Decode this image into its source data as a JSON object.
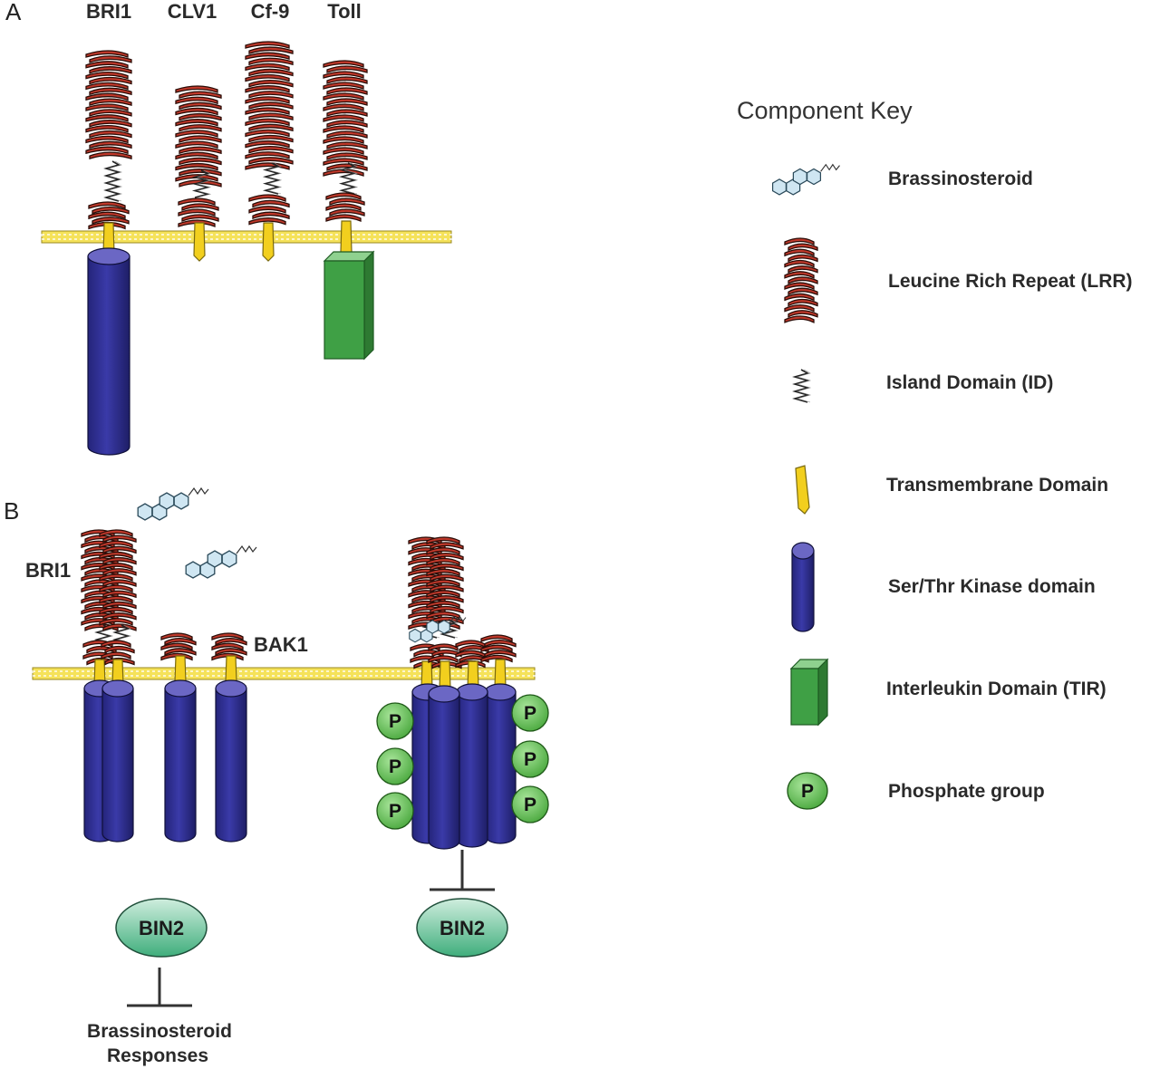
{
  "panel_a": {
    "letter": "A",
    "receptors": [
      {
        "label": "BRI1"
      },
      {
        "label": "CLV1"
      },
      {
        "label": "Cf-9"
      },
      {
        "label": "Toll"
      }
    ]
  },
  "panel_b": {
    "letter": "B",
    "bri1_label": "BRI1",
    "bak1_label": "BAK1",
    "left_bin2": "BIN2",
    "right_bin2": "BIN2",
    "phosphate_symbol": "P",
    "responses_line1": "Brassinosteroid",
    "responses_line2": "Responses"
  },
  "key": {
    "title": "Component Key",
    "items": [
      {
        "label": "Brassinosteroid",
        "icon": "brassinosteroid-icon"
      },
      {
        "label": "Leucine Rich Repeat (LRR)",
        "icon": "lrr-icon"
      },
      {
        "label": "Island Domain (ID)",
        "icon": "island-domain-icon"
      },
      {
        "label": "Transmembrane Domain",
        "icon": "transmembrane-icon"
      },
      {
        "label": "Ser/Thr Kinase domain",
        "icon": "kinase-icon"
      },
      {
        "label": "Interleukin Domain (TIR)",
        "icon": "tir-icon"
      },
      {
        "label": "Phosphate group",
        "icon": "phosphate-icon"
      }
    ],
    "phosphate_symbol": "P"
  },
  "colors": {
    "lrr": "#c0392b",
    "lrr_dark": "#2b0d08",
    "membrane": "#f5e25a",
    "tm": "#f2cf1e",
    "kinase": "#2e2e8f",
    "kinase_top": "#6b67c4",
    "tir": "#3fa045",
    "tir_top": "#8fd18f",
    "phosphate": "#6bc45a",
    "bin2": "#64c19a",
    "steroid": "#cfe6f2"
  }
}
